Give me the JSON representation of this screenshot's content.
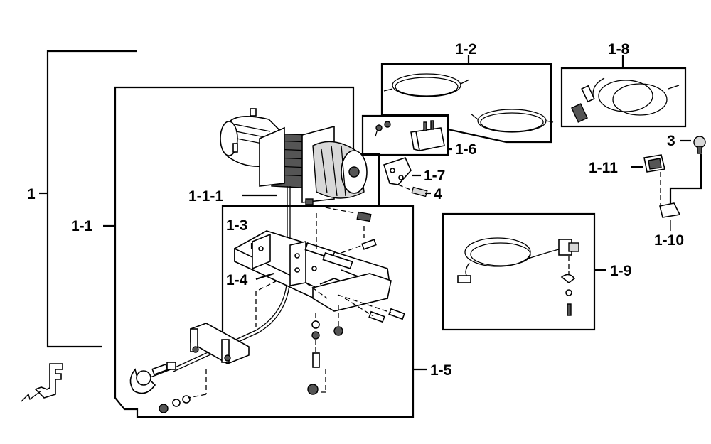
{
  "diagram": {
    "labels": {
      "l_1": "1",
      "l_1_1": "1-1",
      "l_1_1_1": "1-1-1",
      "l_1_2": "1-2",
      "l_1_3": "1-3",
      "l_1_4": "1-4",
      "l_1_5": "1-5",
      "l_1_6": "1-6",
      "l_1_7": "1-7",
      "l_4": "4",
      "l_1_8": "1-8",
      "l_3": "3",
      "l_1_11": "1-11",
      "l_1_10": "1-10",
      "l_1_9": "1-9"
    },
    "icons": {
      "winch": "winch-assembly-icon",
      "front": "front-direction-icon"
    }
  }
}
